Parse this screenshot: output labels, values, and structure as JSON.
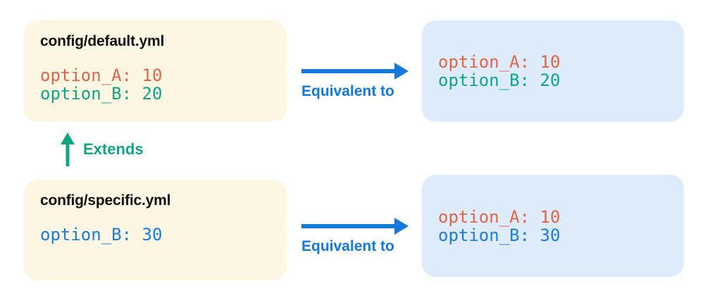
{
  "colors": {
    "background": "#ffffff",
    "card_source_bg": "#FDF6E3",
    "card_resolved_bg": "#DDEBFA",
    "title": "#111111",
    "arrow_blue": "#1478DC",
    "extends_green": "#10A583",
    "code_red": "#E0654A",
    "code_green": "#10A583",
    "code_blue": "#1C7CDB"
  },
  "cards": {
    "default": {
      "title": "config/default.yml",
      "lines": [
        {
          "text": "option_A: 10",
          "color": "#E0654A"
        },
        {
          "text": "option_B: 20",
          "color": "#10A583"
        }
      ]
    },
    "specific": {
      "title": "config/specific.yml",
      "lines": [
        {
          "text": "option_B: 30",
          "color": "#1C7CDB"
        }
      ]
    },
    "resolved_default": {
      "lines": [
        {
          "text": "option_A: 10",
          "color": "#E0654A"
        },
        {
          "text": "option_B: 20",
          "color": "#10A583"
        }
      ]
    },
    "resolved_specific": {
      "lines": [
        {
          "text": "option_A: 10",
          "color": "#E0654A"
        },
        {
          "text": "option_B: 30",
          "color": "#1C7CDB"
        }
      ]
    }
  },
  "labels": {
    "equivalent_top": "Equivalent to",
    "equivalent_bottom": "Equivalent to",
    "extends": "Extends"
  }
}
